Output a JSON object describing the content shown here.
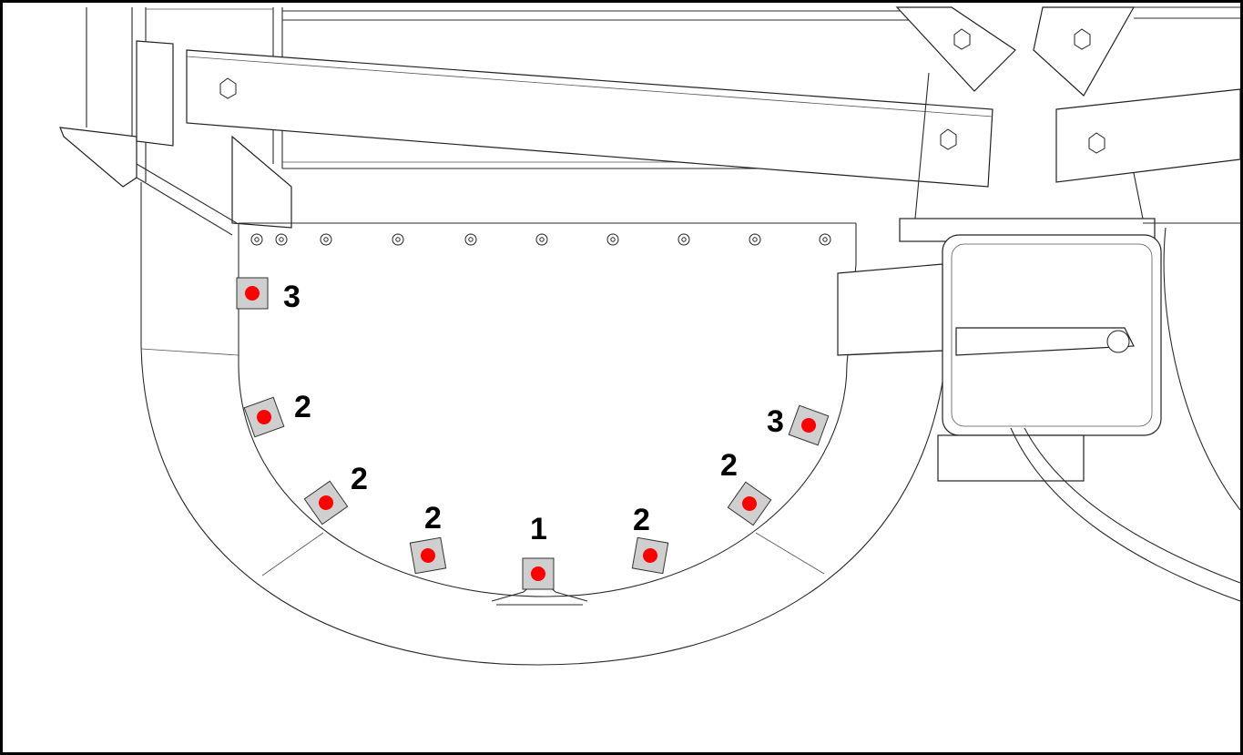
{
  "diagram": {
    "marker_color": "#ff0000",
    "nozzles": [
      {
        "id": "n-left-top",
        "label": "3"
      },
      {
        "id": "n-left-upper",
        "label": "2"
      },
      {
        "id": "n-left-mid",
        "label": "2"
      },
      {
        "id": "n-left-low",
        "label": "2"
      },
      {
        "id": "n-bottom",
        "label": "1"
      },
      {
        "id": "n-right-low",
        "label": "2"
      },
      {
        "id": "n-right-mid",
        "label": "2"
      },
      {
        "id": "n-right-top",
        "label": "3"
      }
    ]
  }
}
